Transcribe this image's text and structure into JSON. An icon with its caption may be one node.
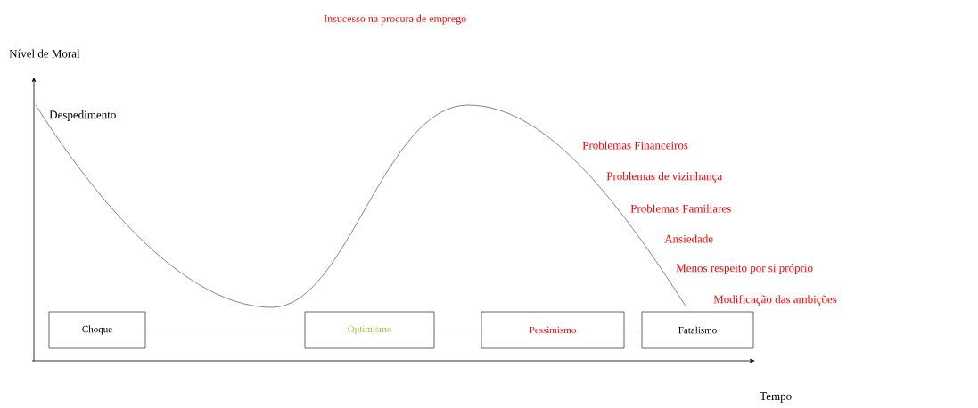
{
  "diagram": {
    "nodes": [
      {
        "text": [
          "Choque"
        ]
      },
      {
        "text": [
          "Optimismo"
        ]
      },
      {
        "text": [
          "Pessimismo"
        ]
      },
      {
        "text": [
          "Fatalismo"
        ]
      }
    ],
    "edges": [
      {
        "from": 0,
        "to": 1,
        "arrow": "none"
      },
      {
        "from": 1,
        "to": 2,
        "arrow": "none"
      },
      {
        "from": 2,
        "to": 3,
        "arrow": "none"
      }
    ],
    "labels": [
      "Insucesso na procura de emprego",
      "Nível de Moral",
      "Despedimento",
      "Problemas Financeiros",
      "Problemas de vizinhança",
      "Problemas Familiares",
      "Ansiedade",
      "Menos respeito por si próprio",
      "Modificação das ambições",
      "Tempo"
    ]
  }
}
